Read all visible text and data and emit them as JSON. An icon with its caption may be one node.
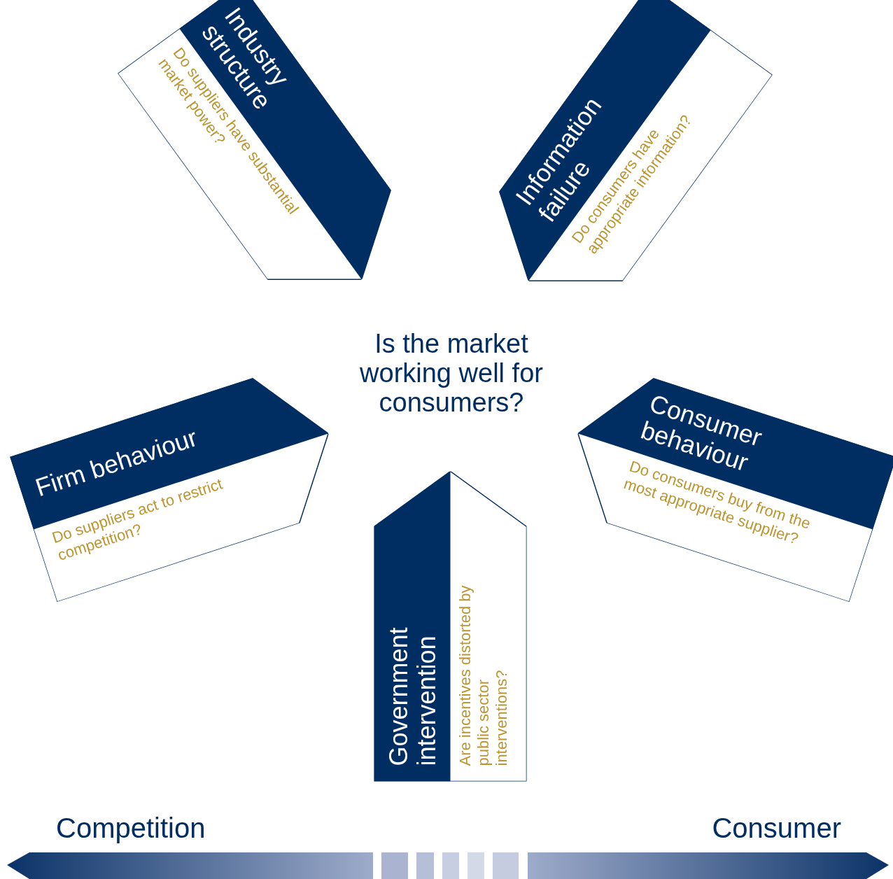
{
  "diagram": {
    "nodes": [
      {
        "text": [
          "Industry structure",
          "Do suppliers have substantial market power?"
        ]
      },
      {
        "text": [
          "Information failure",
          "Do consumers have appropriate information?"
        ]
      },
      {
        "text": [
          "Firm behaviour",
          "Do suppliers act to restrict competition?"
        ]
      },
      {
        "text": [
          "Consumer behaviour",
          "Do consumers buy from the most appropriate supplier?"
        ]
      },
      {
        "text": [
          "Government intervention",
          "Are incentives distorted by public sector interventions?"
        ]
      }
    ],
    "labels": [
      "Is the market working well for consumers?",
      "Competition",
      "Consumer"
    ]
  }
}
